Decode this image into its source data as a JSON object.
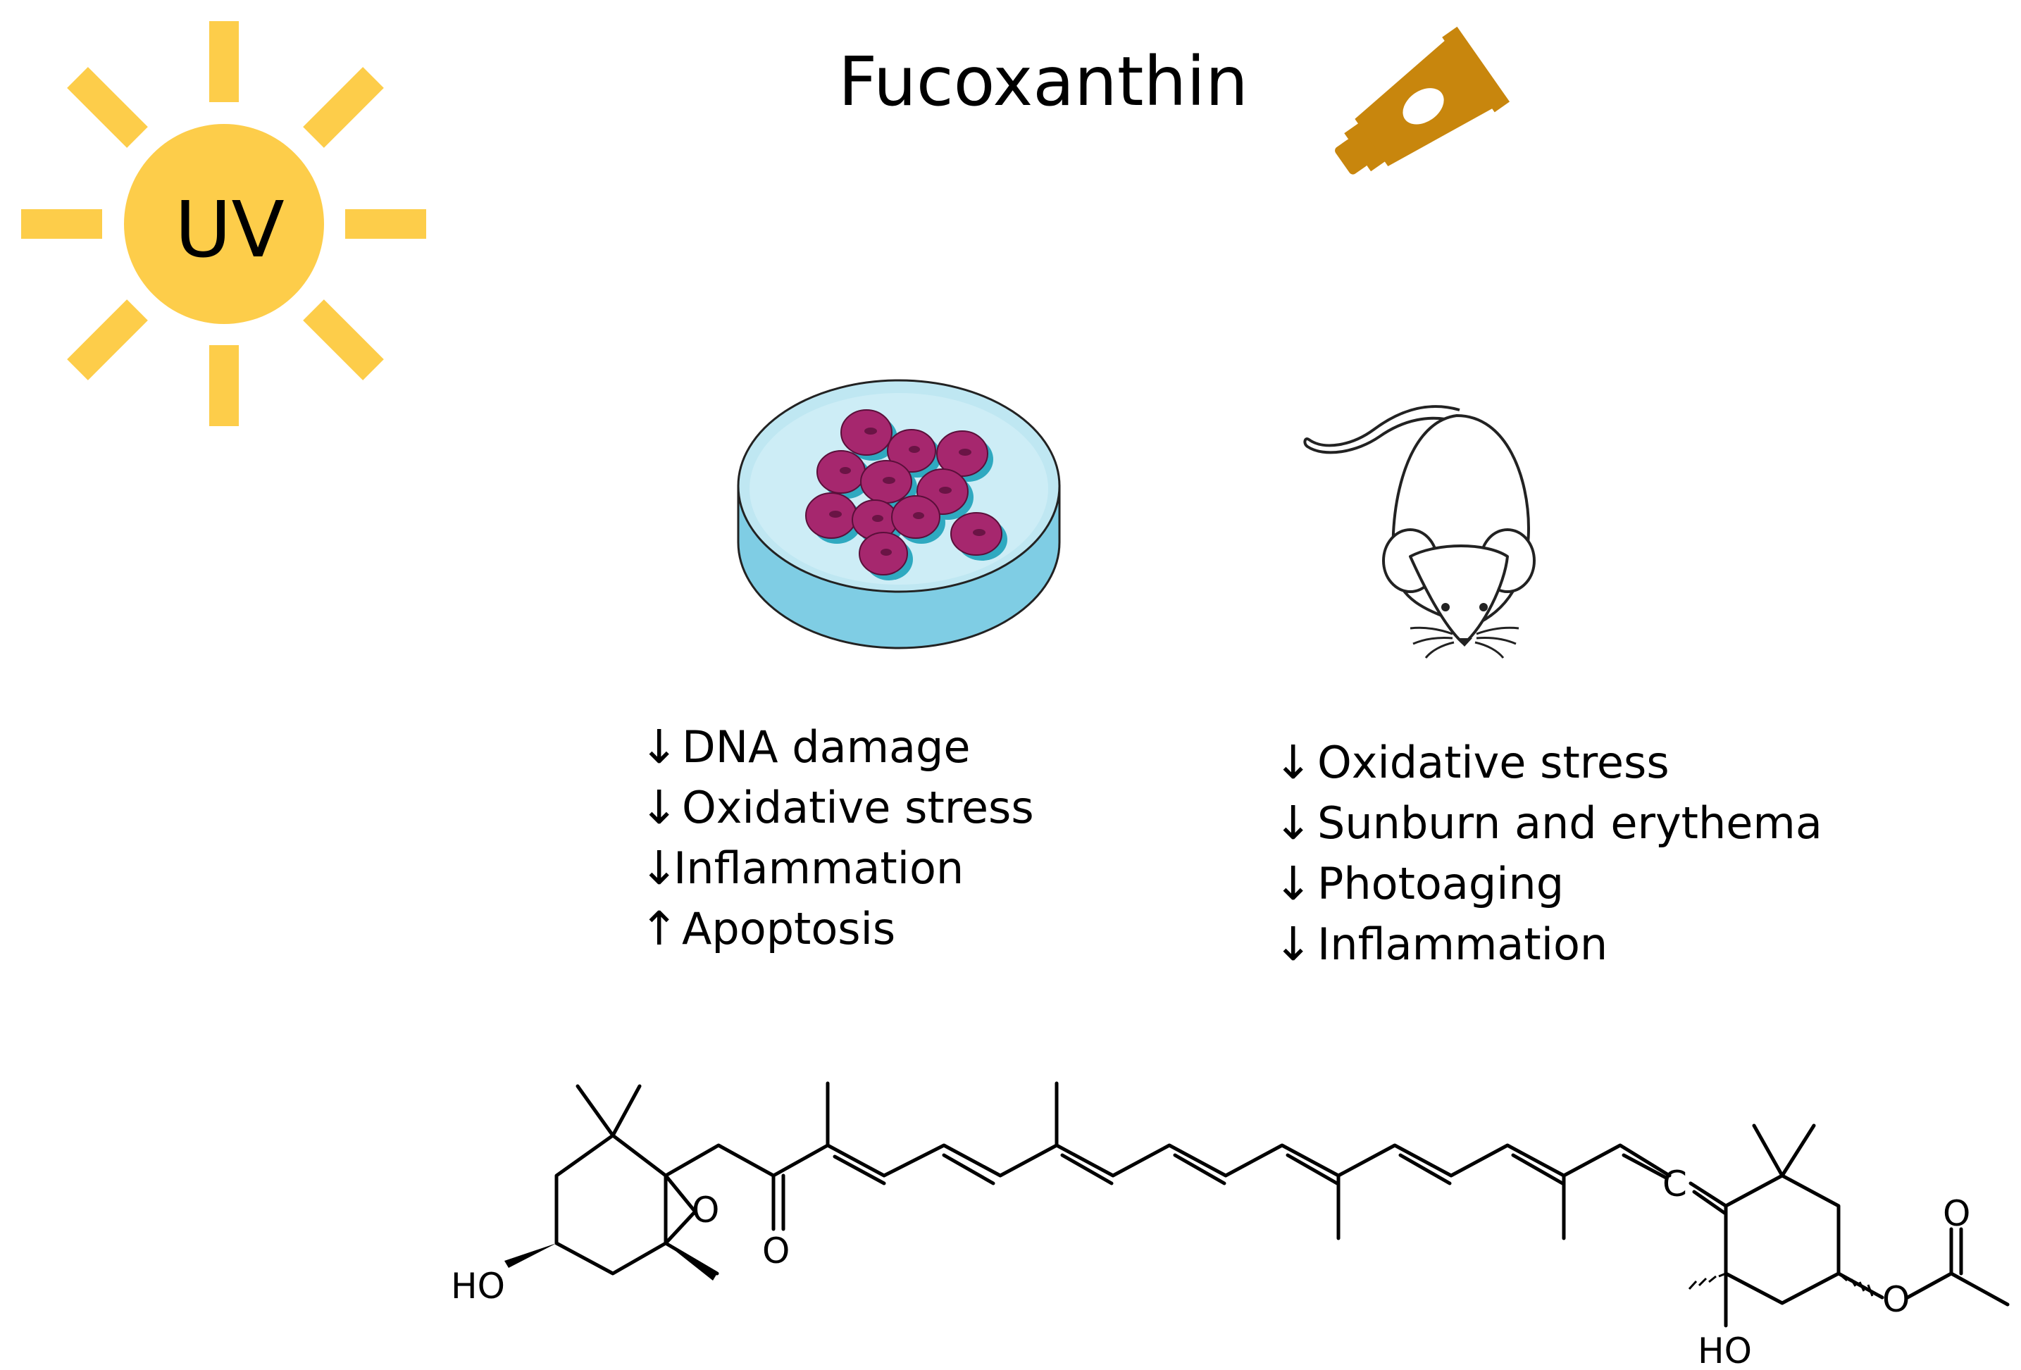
{
  "title": "Fucoxanthin",
  "uv_label": "UV",
  "colors": {
    "sun": "#FDCD4A",
    "tube": "#C8860D",
    "dish_light": "#BFE7F2",
    "dish_dark": "#7FCDE4",
    "cell": "#A6276E",
    "cell_nucleus": "#6A1445",
    "cell_shadow": "#2FA9C0"
  },
  "icons": [
    "sun-icon",
    "cream-tube-icon",
    "petri-dish-icon",
    "mouse-icon",
    "fucoxanthin-structure"
  ],
  "cell_effects": [
    {
      "arrow": "↓",
      "text": "DNA damage"
    },
    {
      "arrow": "↓",
      "text": "Oxidative stress"
    },
    {
      "arrow": "↓",
      "text": "Inflammation"
    },
    {
      "arrow": "↑",
      "text": "Apoptosis"
    }
  ],
  "mouse_effects": [
    {
      "arrow": "↓",
      "text": "Oxidative stress"
    },
    {
      "arrow": "↓",
      "text": "Sunburn and erythema"
    },
    {
      "arrow": "↓",
      "text": "Photoaging"
    },
    {
      "arrow": "↓",
      "text": "Inflammation"
    }
  ],
  "structure_labels": {
    "ho_left": "HO",
    "epoxide_o": "O",
    "ketone_o": "O",
    "allene_c": "C",
    "ho_right": "HO",
    "ester_o": "O",
    "carbonyl_o": "O"
  }
}
